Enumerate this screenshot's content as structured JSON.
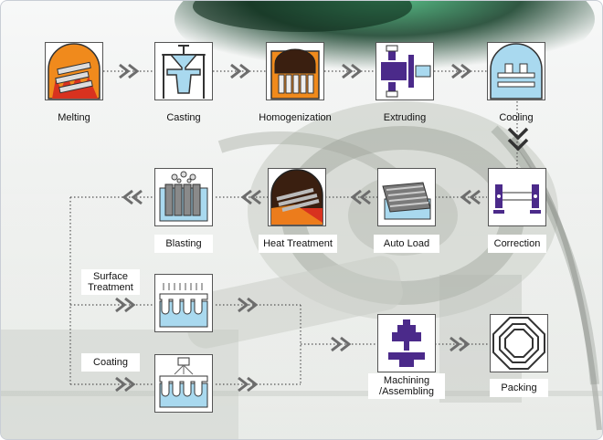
{
  "steps": {
    "melting": "Melting",
    "casting": "Casting",
    "homogenization": "Homogenization",
    "extruding": "Extruding",
    "cooling": "Cooling",
    "correction": "Correction",
    "auto_load": "Auto Load",
    "heat_treatment": "Heat Treatment",
    "blasting": "Blasting",
    "surface_treatment_1": "Surface",
    "surface_treatment_2": "Treatment",
    "coating": "Coating",
    "machining_1": "Machining",
    "machining_2": "/Assembling",
    "packing": "Packing"
  },
  "colors": {
    "purple": "#4b2a8a",
    "light_blue": "#a9d9ef",
    "orange": "#f08a1c",
    "red": "#d8321f",
    "dark_brown": "#3a1f10",
    "connector": "#555555"
  }
}
